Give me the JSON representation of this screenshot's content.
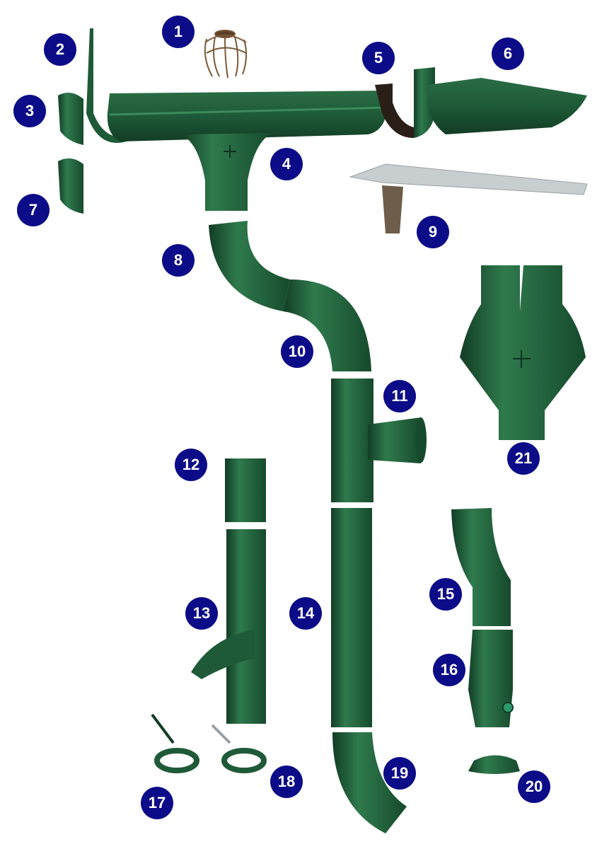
{
  "diagram": {
    "type": "gutter system exploded parts diagram",
    "colors": {
      "part": "#1e5a37",
      "part_light": "#2f7a4d",
      "part_dark": "#123d25",
      "badge": "#0c0c88",
      "badge_text": "#ffffff",
      "strainer": "#7a5a3a",
      "guard": "#c8cdd0"
    },
    "labels": [
      "1",
      "2",
      "3",
      "4",
      "5",
      "6",
      "7",
      "8",
      "9",
      "10",
      "11",
      "12",
      "13",
      "14",
      "15",
      "16",
      "17",
      "18",
      "19",
      "20",
      "21"
    ]
  }
}
